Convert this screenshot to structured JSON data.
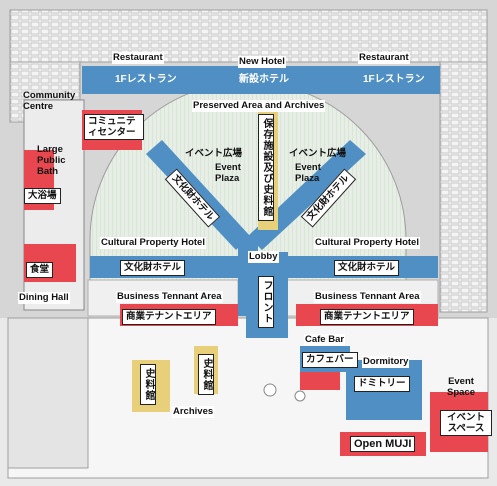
{
  "labels": {
    "restaurant_left": "Restaurant",
    "new_hotel": "New Hotel",
    "restaurant_right": "Restaurant",
    "community_centre": "Community Centre",
    "preserved_area": "Preserved Area and Archives",
    "large_public_bath": "Large Public Bath",
    "event_plaza_left": "Event Plaza",
    "event_plaza_right": "Event Plaza",
    "cultural_hotel_left": "Cultural Property Hotel",
    "cultural_hotel_right": "Cultural Property Hotel",
    "lobby": "Lobby",
    "dining_hall": "Dining Hall",
    "business_left": "Business Tennant Area",
    "business_right": "Business Tennant Area",
    "cafe_bar": "Cafe Bar",
    "dormitory": "Dormitory",
    "event_space": "Event Space",
    "archives": "Archives"
  },
  "japanese": {
    "restaurant_left": "1Fレストラン",
    "new_hotel": "新設ホテル",
    "restaurant_right": "1Fレストラン",
    "community_centre": "コミュニティセンター",
    "preserved_area": "保存施設及び史料館",
    "event_plaza_left": "イベント広場",
    "event_plaza_right": "イベント広場",
    "large_public_bath": "大浴場",
    "cultural_diag_left": "文化財ホテル",
    "cultural_diag_right": "文化財ホテル",
    "cultural_left": "文化財ホテル",
    "cultural_right": "文化財ホテル",
    "dining_hall": "食堂",
    "front": "フロント",
    "business_left": "商業テナントエリア",
    "business_right": "商業テナントエリア",
    "cafe_bar": "カフェバー",
    "dormitory": "ドミトリー",
    "event_space": "イベントスペース",
    "archives_left": "史料館",
    "archives_right": "史料館",
    "open_muji": "Open MUJI"
  },
  "colors": {
    "blue": "#4f8fc4",
    "red": "#e8474f",
    "yellow": "#e8cf7a",
    "plaza": "#e6eee6",
    "ground": "#d5d5d5"
  }
}
